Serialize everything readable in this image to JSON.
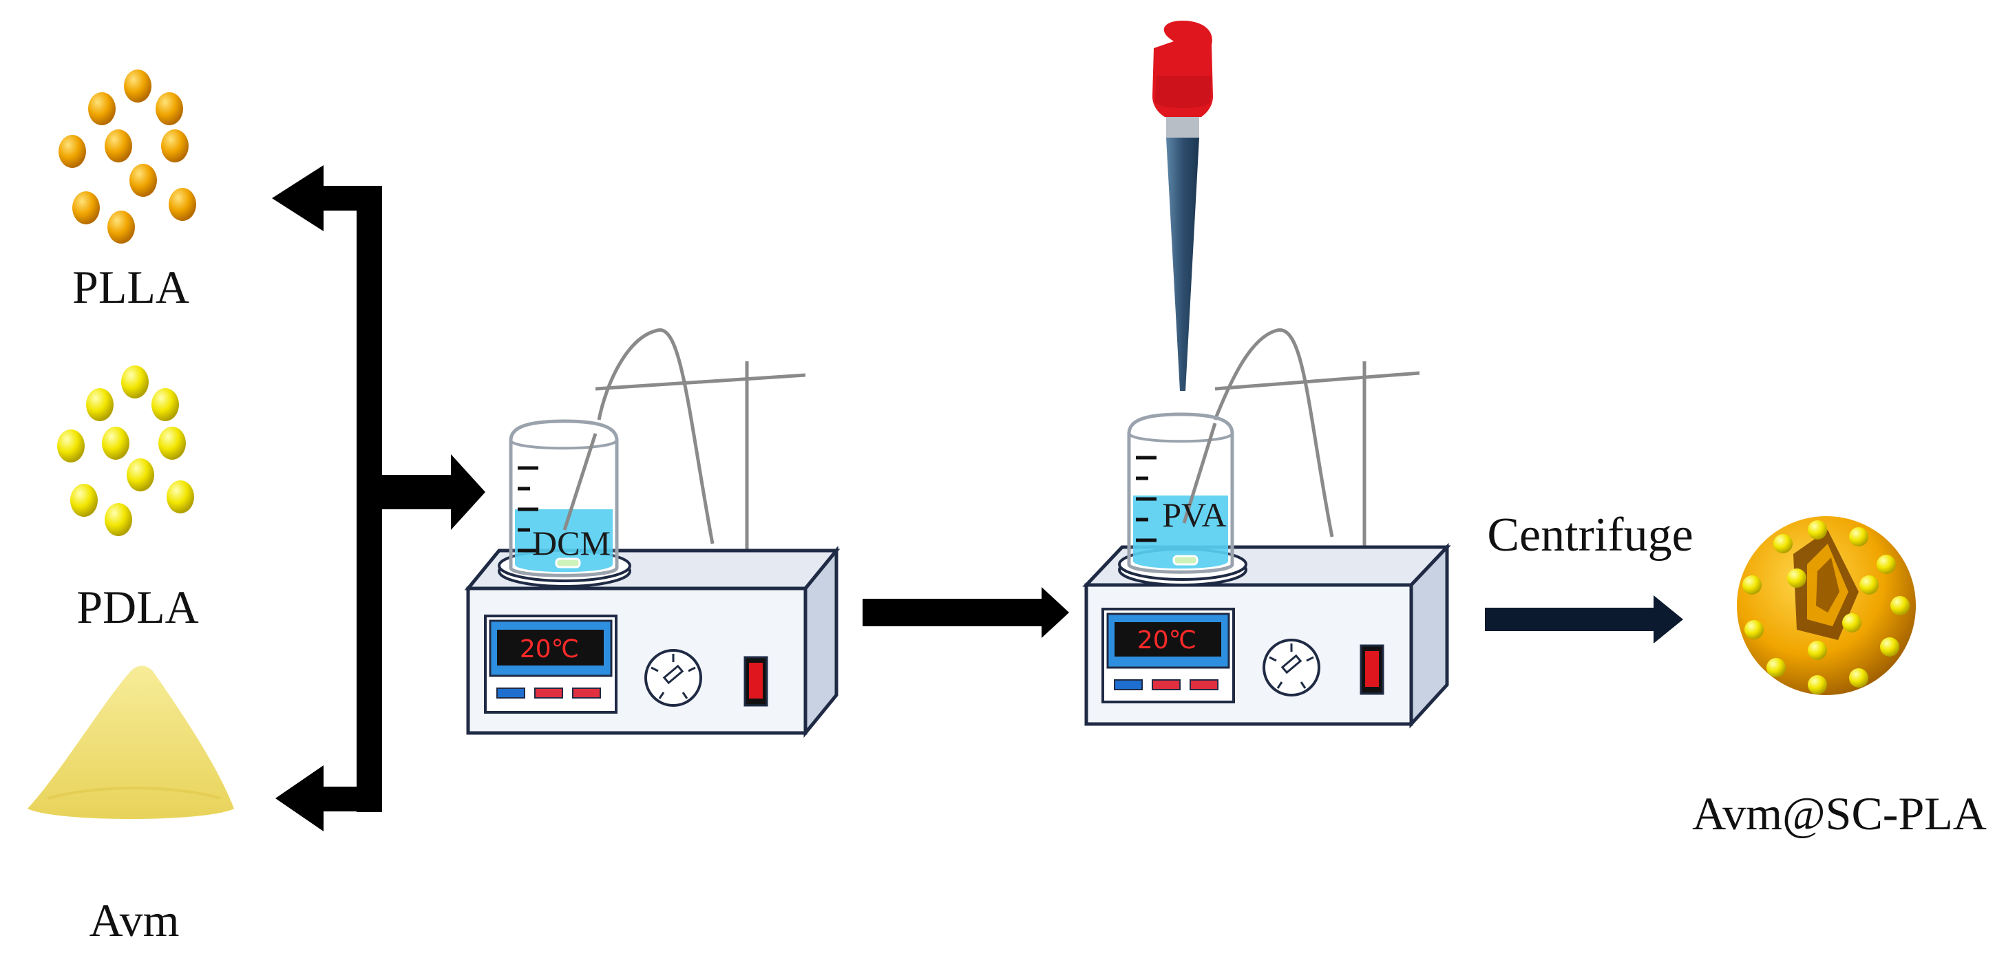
{
  "materials": {
    "plla": {
      "label": "PLLA",
      "color": "#f0a500"
    },
    "pdla": {
      "label": "PDLA",
      "color": "#f2e600"
    },
    "avm": {
      "label": "Avm",
      "color": "#f3e27a"
    }
  },
  "stirrers": [
    {
      "solution": "DCM",
      "temperature": "20℃",
      "liquid_color": "#38c6ee"
    },
    {
      "solution": "PVA",
      "temperature": "20℃",
      "liquid_color": "#38c6ee"
    }
  ],
  "step_label": "Centrifuge",
  "product": {
    "label": "Avm@SC-PLA",
    "shell_color": "#f0a500",
    "dot_color": "#f2e600"
  },
  "colors": {
    "arrow": "#000000",
    "arrow_navy": "#0b1a2e",
    "device_body": "#eef2f8",
    "device_outline": "#1f2a44",
    "panel_blue": "#1e6fd0",
    "dropper_bulb": "#e0161e",
    "dropper_tube": "#2f4f6f"
  }
}
